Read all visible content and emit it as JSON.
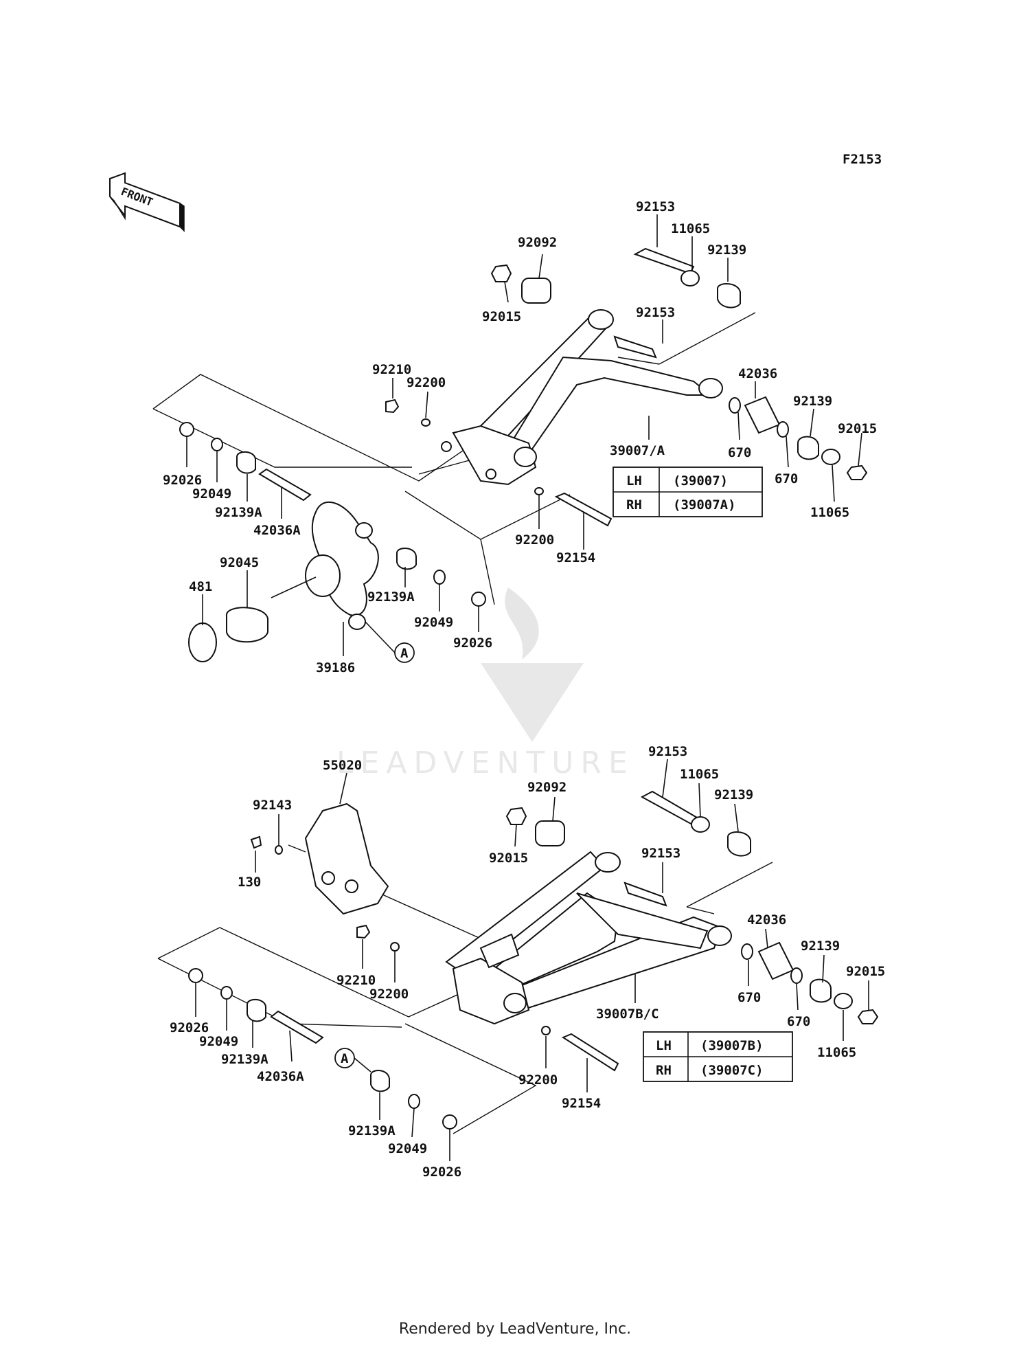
{
  "figure_code": "F2153",
  "front_arrow_label": "FRONT",
  "watermark": "LEADVENTURE",
  "footer": "Rendered by LeadVenture, Inc.",
  "callout_marker": "A",
  "upper": {
    "labels": {
      "p92153a": "92153",
      "p11065a": "11065",
      "p92139a": "92139",
      "p92092": "92092",
      "p92015a": "92015",
      "p92153b": "92153",
      "p92210": "92210",
      "p92200a": "92200",
      "p42036": "42036",
      "p92139b": "92139",
      "p92015b": "92015",
      "p39007": "39007/A",
      "p670a": "670",
      "p670b": "670",
      "p11065b": "11065",
      "p92026a": "92026",
      "p92049a": "92049",
      "p92139Aa": "92139A",
      "p42036A": "42036A",
      "p92200b": "92200",
      "p92154": "92154",
      "p92045": "92045",
      "p481": "481",
      "p92139Ab": "92139A",
      "p92049b": "92049",
      "p92026b": "92026",
      "p39186": "39186"
    },
    "table": {
      "rows": [
        {
          "side": "LH",
          "part": "(39007)"
        },
        {
          "side": "RH",
          "part": "(39007A)"
        }
      ]
    }
  },
  "lower": {
    "labels": {
      "p55020": "55020",
      "p92143": "92143",
      "p130": "130",
      "p92153a": "92153",
      "p11065a": "11065",
      "p92139a": "92139",
      "p92092": "92092",
      "p92015a": "92015",
      "p92153b": "92153",
      "p42036": "42036",
      "p92139b": "92139",
      "p92015b": "92015",
      "p92210": "92210",
      "p92200a": "92200",
      "p670a": "670",
      "p670b": "670",
      "p39007": "39007B/C",
      "p11065b": "11065",
      "p92026a": "92026",
      "p92049a": "92049",
      "p92139Aa": "92139A",
      "p42036A": "42036A",
      "p92200b": "92200",
      "p92154": "92154",
      "p92139Ab": "92139A",
      "p92049b": "92049",
      "p92026b": "92026"
    },
    "table": {
      "rows": [
        {
          "side": "LH",
          "part": "(39007B)"
        },
        {
          "side": "RH",
          "part": "(39007C)"
        }
      ]
    }
  }
}
